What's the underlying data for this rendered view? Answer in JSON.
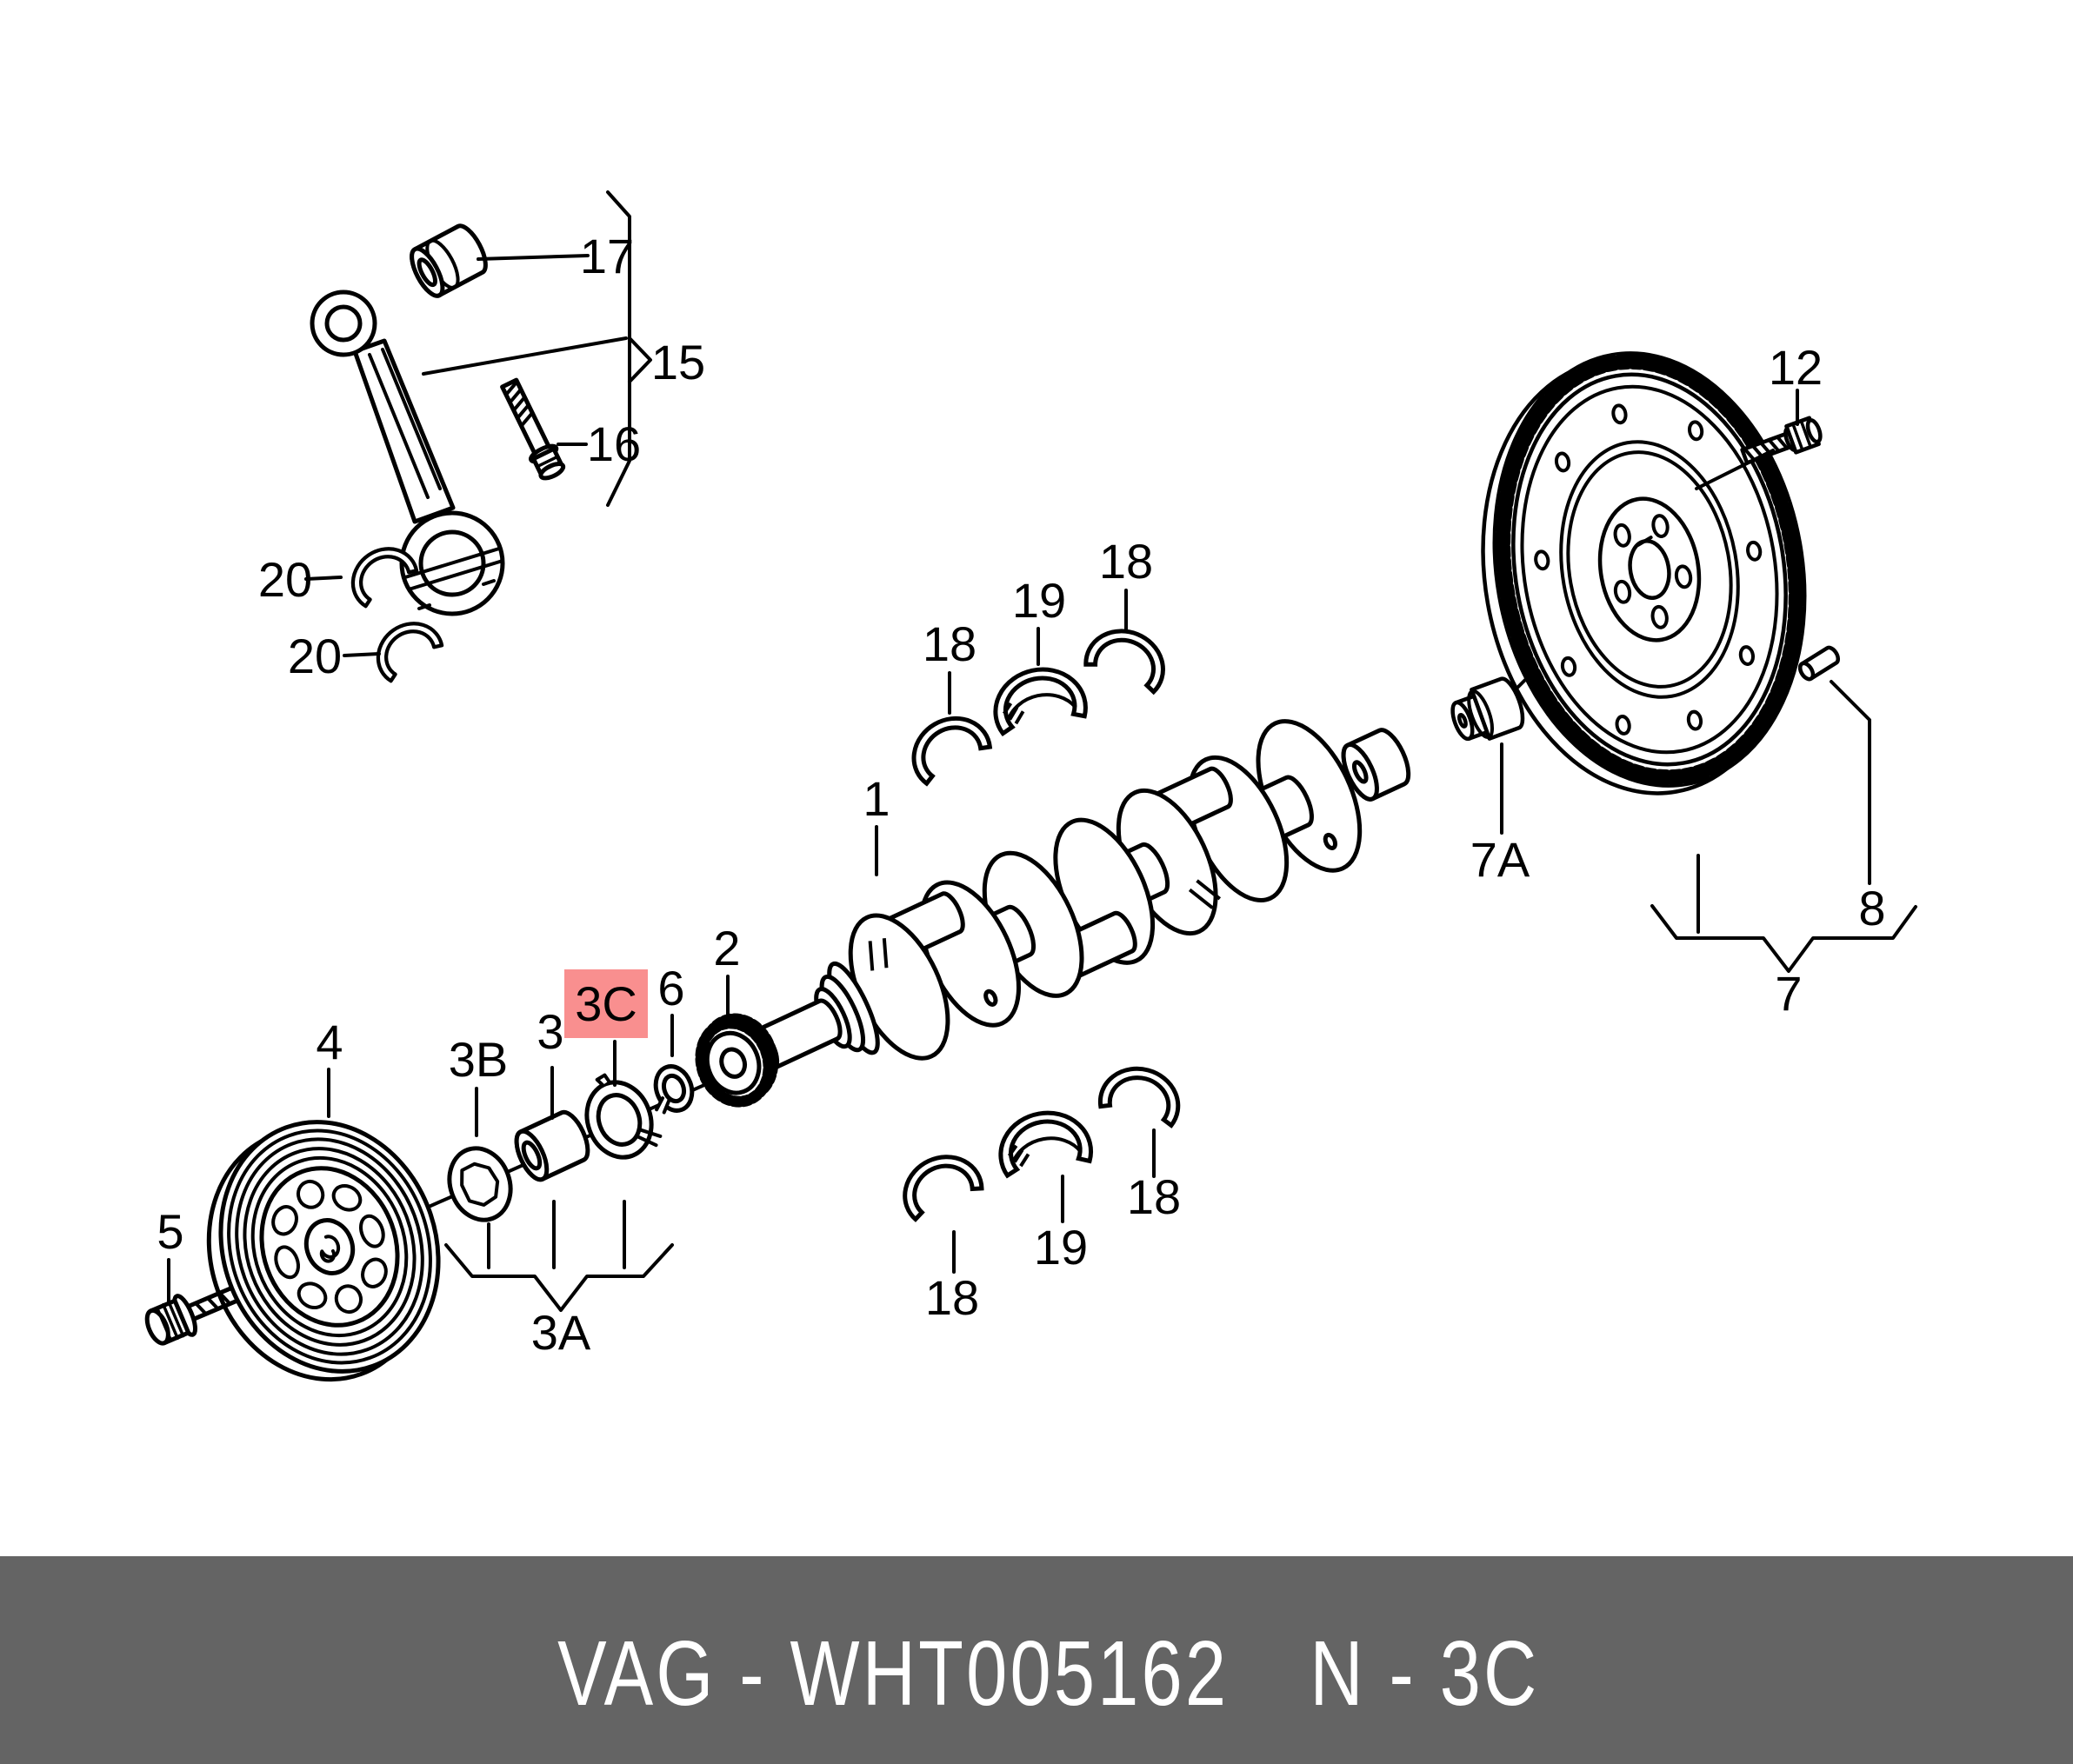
{
  "colors": {
    "line": "#000000",
    "background": "#ffffff",
    "highlight_bg": "#f98f8f",
    "highlight_text": "#7b0c0c",
    "footer_bg": "#646464",
    "footer_text": "#ffffff"
  },
  "diagram": {
    "type": "exploded-parts-diagram",
    "subject": "crankshaft, flywheel, pulley, connecting rod with bearings",
    "highlighted_ref": "3C"
  },
  "labels": {
    "l1": "1",
    "l2": "2",
    "l3": "3",
    "l3a": "3A",
    "l3b": "3B",
    "l3c": "3C",
    "l4": "4",
    "l5": "5",
    "l6": "6",
    "l7": "7",
    "l7a": "7A",
    "l8": "8",
    "l12": "12",
    "l15": "15",
    "l16": "16",
    "l17": "17",
    "l18a": "18",
    "l18b": "18",
    "l18c": "18",
    "l18d": "18",
    "l19a": "19",
    "l19b": "19",
    "l20a": "20",
    "l20b": "20"
  },
  "footer": {
    "brand_part": "VAG - WHT005162",
    "ref_code": "N - 3C"
  }
}
